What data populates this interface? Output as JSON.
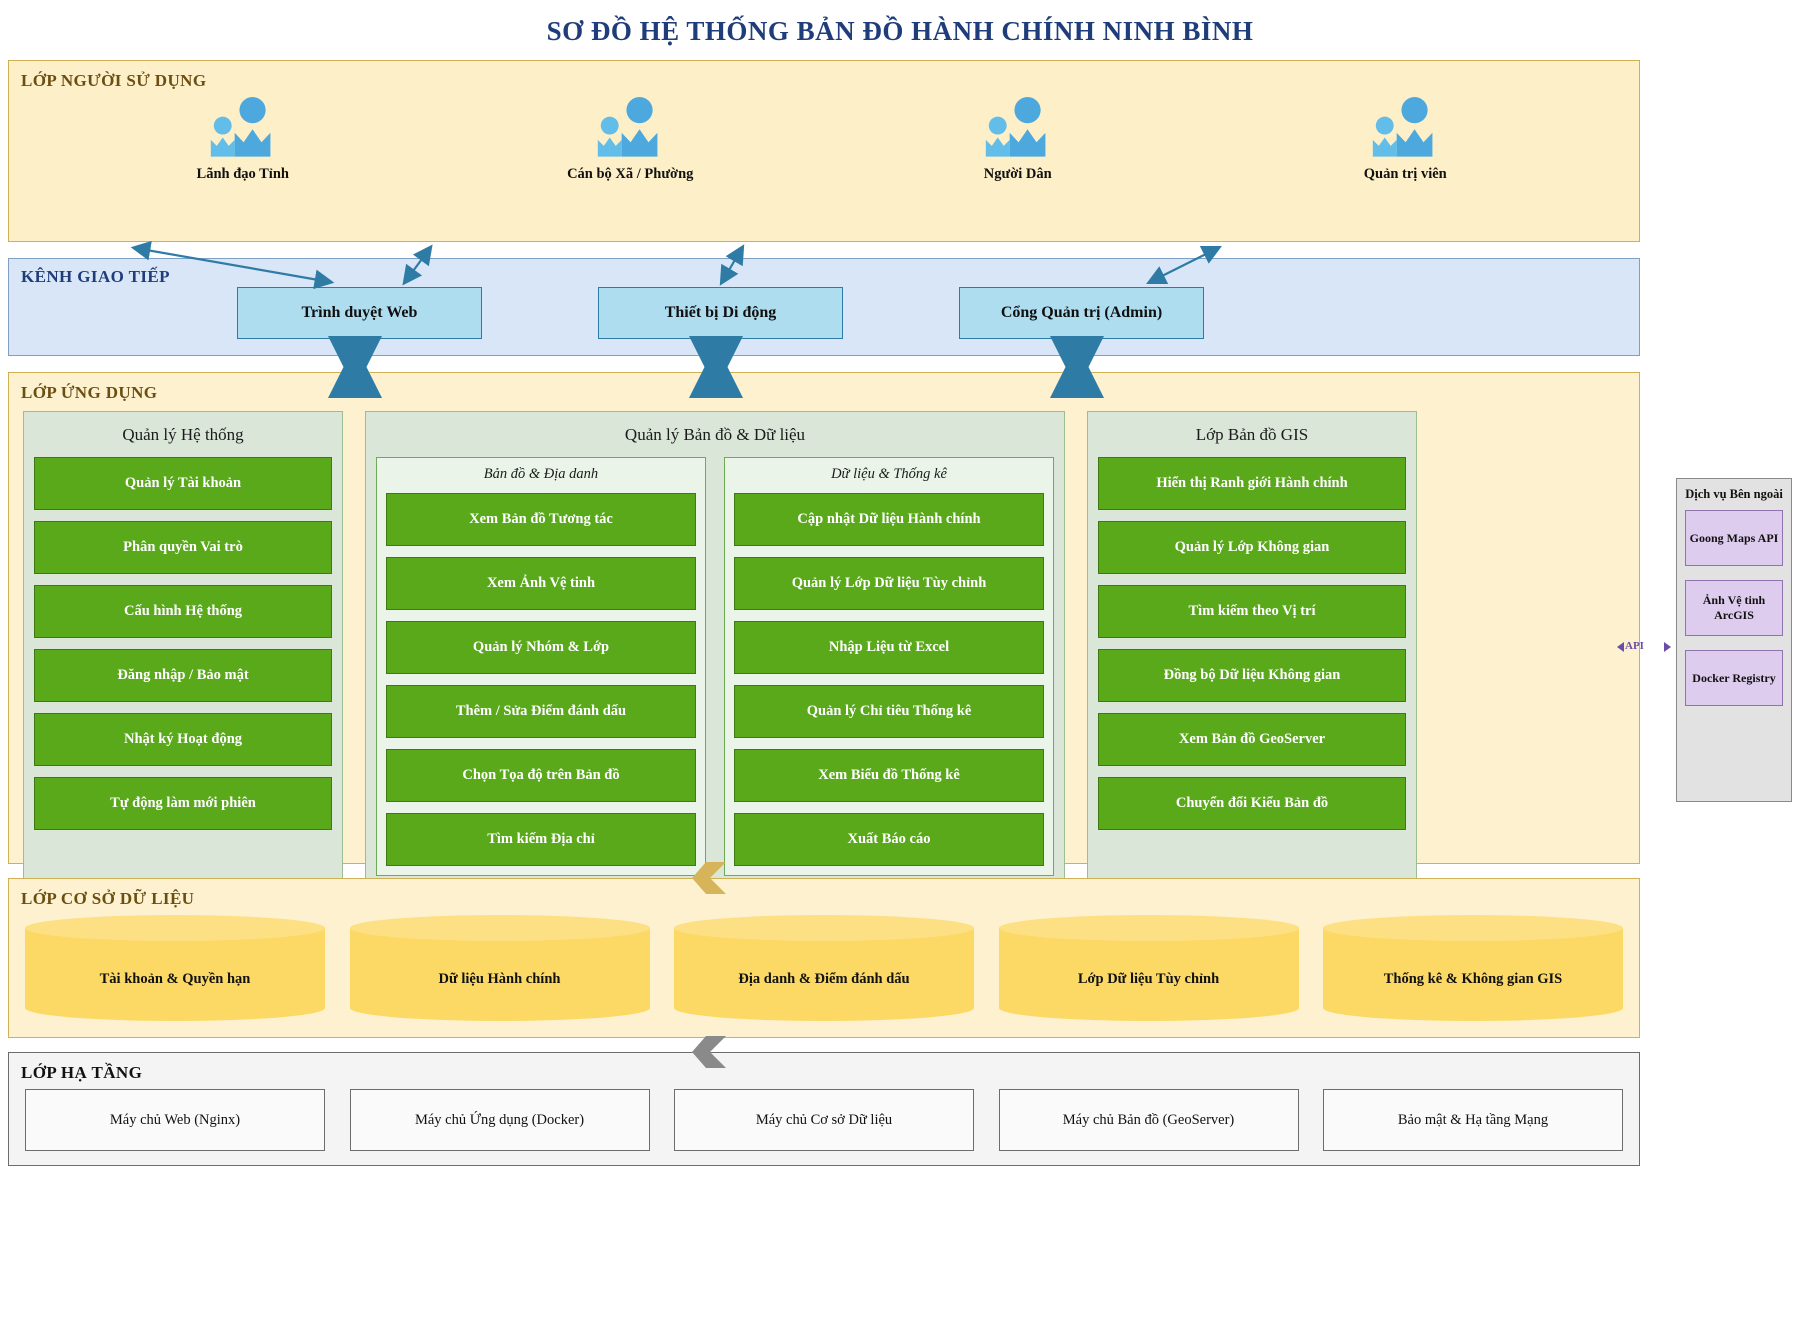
{
  "title": "SƠ ĐỒ HỆ THỐNG BẢN ĐỒ HÀNH CHÍNH NINH BÌNH",
  "colors": {
    "title": "#1f3d7a",
    "layer_yellow_bg": "#fdf1cf",
    "layer_yellow_border": "#d0b054",
    "comm_bg": "#d9e6f7",
    "comm_box": "#aeddf0",
    "green_item": "#5aa91b",
    "panel_green": "#d9e6d8",
    "subgroup_green": "#eaf4e9",
    "cylinder": "#fcd964",
    "external_bg": "#e2e2e2",
    "external_item": "#ddcced",
    "infra_bg": "#f4f4f4",
    "arrow_blue": "#2e7ba6"
  },
  "user_layer": {
    "title": "LỚP NGƯỜI SỬ DỤNG",
    "icon": "users-group-icon",
    "users": [
      {
        "label": "Lãnh đạo Tỉnh"
      },
      {
        "label": "Cán bộ Xã / Phường"
      },
      {
        "label": "Người Dân"
      },
      {
        "label": "Quản trị viên"
      }
    ]
  },
  "comm_layer": {
    "title": "KÊNH GIAO TIẾP",
    "channels": [
      {
        "label": "Trình duyệt Web"
      },
      {
        "label": "Thiết bị Di động"
      },
      {
        "label": "Cổng Quản trị (Admin)"
      }
    ]
  },
  "app_layer": {
    "title": "LỚP ỨNG DỤNG",
    "columns": [
      {
        "title": "Quản lý Hệ thống",
        "items": [
          "Quản lý Tài khoản",
          "Phân quyền Vai trò",
          "Cấu hình Hệ thống",
          "Đăng nhập / Bảo mật",
          "Nhật ký Hoạt động",
          "Tự động làm mới phiên"
        ]
      },
      {
        "title": "Quản lý Bản đồ & Dữ liệu",
        "subgroups": [
          {
            "title": "Bản đồ & Địa danh",
            "items": [
              "Xem Bản đồ Tương tác",
              "Xem Ảnh Vệ tinh",
              "Quản lý Nhóm & Lớp",
              "Thêm / Sửa Điểm đánh dấu",
              "Chọn Tọa độ trên Bản đồ",
              "Tìm kiếm Địa chỉ"
            ]
          },
          {
            "title": "Dữ liệu & Thống kê",
            "items": [
              "Cập nhật Dữ liệu Hành chính",
              "Quản lý Lớp Dữ liệu Tùy chỉnh",
              "Nhập Liệu từ Excel",
              "Quản lý Chỉ tiêu Thống kê",
              "Xem Biểu đồ Thống kê",
              "Xuất Báo cáo"
            ]
          }
        ]
      },
      {
        "title": "Lớp Bản đồ GIS",
        "items": [
          "Hiển thị Ranh giới Hành chính",
          "Quản lý Lớp Không gian",
          "Tìm kiếm theo Vị trí",
          "Đồng bộ Dữ liệu Không gian",
          "Xem Bản đồ GeoServer",
          "Chuyển đổi Kiểu Bản đồ"
        ]
      }
    ]
  },
  "external_services": {
    "title": "Dịch vụ Bên ngoài",
    "api_label": "API",
    "items": [
      "Goong Maps API",
      "Ảnh Vệ tinh ArcGIS",
      "Docker Registry"
    ]
  },
  "db_layer": {
    "title": "LỚP CƠ SỞ DỮ LIỆU",
    "databases": [
      "Tài khoản & Quyền hạn",
      "Dữ liệu Hành chính",
      "Địa danh & Điểm đánh dấu",
      "Lớp Dữ liệu Tùy chỉnh",
      "Thống kê & Không gian GIS"
    ]
  },
  "infra_layer": {
    "title": "LỚP HẠ TẦNG",
    "servers": [
      "Máy chủ Web (Nginx)",
      "Máy chủ Ứng dụng (Docker)",
      "Máy chủ Cơ sở Dữ liệu",
      "Máy chủ Bản đồ (GeoServer)",
      "Bảo mật & Hạ tầng Mạng"
    ]
  }
}
